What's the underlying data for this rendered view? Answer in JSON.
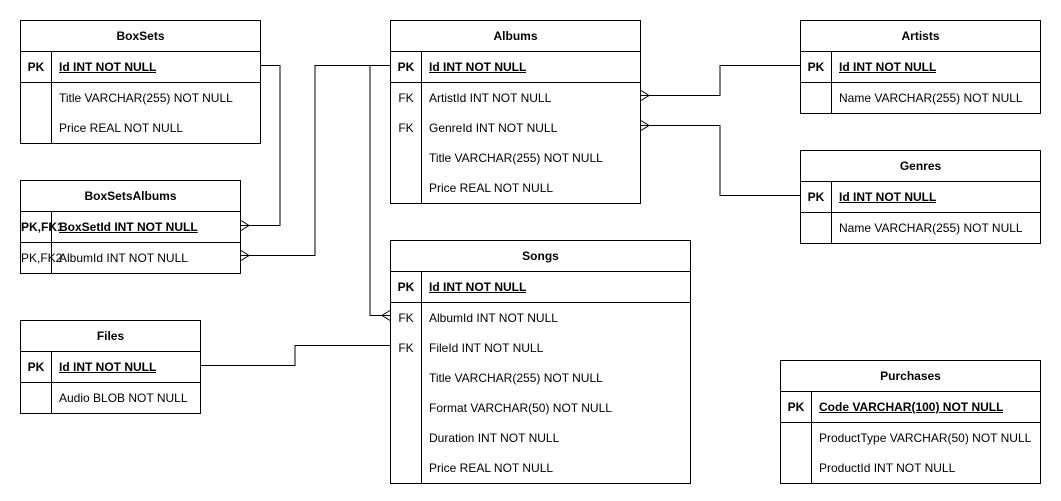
{
  "tables": {
    "boxsets": {
      "title": "BoxSets",
      "rows": [
        {
          "key": "PK",
          "text": "Id INT NOT NULL"
        },
        {
          "key": "",
          "text": "Title VARCHAR(255) NOT NULL"
        },
        {
          "key": "",
          "text": "Price REAL NOT NULL"
        }
      ]
    },
    "albums": {
      "title": "Albums",
      "rows": [
        {
          "key": "PK",
          "text": "Id INT NOT NULL"
        },
        {
          "key": "FK",
          "text": "ArtistId INT NOT NULL"
        },
        {
          "key": "FK",
          "text": "GenreId INT NOT NULL"
        },
        {
          "key": "",
          "text": "Title VARCHAR(255) NOT NULL"
        },
        {
          "key": "",
          "text": "Price REAL NOT NULL"
        }
      ]
    },
    "artists": {
      "title": "Artists",
      "rows": [
        {
          "key": "PK",
          "text": "Id INT NOT NULL"
        },
        {
          "key": "",
          "text": "Name VARCHAR(255) NOT NULL"
        }
      ]
    },
    "genres": {
      "title": "Genres",
      "rows": [
        {
          "key": "PK",
          "text": "Id INT NOT NULL"
        },
        {
          "key": "",
          "text": "Name VARCHAR(255) NOT NULL"
        }
      ]
    },
    "boxsetsalbums": {
      "title": "BoxSetsAlbums",
      "rows": [
        {
          "key": "PK,FK1",
          "text": "BoxSetId  INT NOT NULL"
        },
        {
          "key": "PK,FK2",
          "text": "AlbumId INT NOT NULL"
        }
      ]
    },
    "songs": {
      "title": "Songs",
      "rows": [
        {
          "key": "PK",
          "text": "Id INT NOT NULL"
        },
        {
          "key": "FK",
          "text": "AlbumId INT NOT NULL"
        },
        {
          "key": "FK",
          "text": "FileId INT NOT NULL"
        },
        {
          "key": "",
          "text": "Title VARCHAR(255) NOT NULL"
        },
        {
          "key": "",
          "text": "Format VARCHAR(50) NOT NULL"
        },
        {
          "key": "",
          "text": "Duration INT NOT NULL"
        },
        {
          "key": "",
          "text": "Price REAL NOT NULL"
        }
      ]
    },
    "files": {
      "title": "Files",
      "rows": [
        {
          "key": "PK",
          "text": "Id INT NOT NULL"
        },
        {
          "key": "",
          "text": "Audio BLOB NOT NULL"
        }
      ]
    },
    "purchases": {
      "title": "Purchases",
      "rows": [
        {
          "key": "PK",
          "text": "Code VARCHAR(100) NOT NULL"
        },
        {
          "key": "",
          "text": "ProductType VARCHAR(50) NOT NULL"
        },
        {
          "key": "",
          "text": "ProductId INT NOT NULL"
        }
      ]
    }
  },
  "relationships": [
    {
      "from": "boxsets",
      "to": "boxsetsalbums",
      "cardinality": "one-to-many"
    },
    {
      "from": "albums",
      "to": "boxsetsalbums",
      "cardinality": "one-to-many"
    },
    {
      "from": "artists",
      "to": "albums",
      "cardinality": "one-to-many"
    },
    {
      "from": "genres",
      "to": "albums",
      "cardinality": "one-to-many"
    },
    {
      "from": "albums",
      "to": "songs",
      "cardinality": "one-to-many"
    },
    {
      "from": "files",
      "to": "songs",
      "cardinality": "one-to-one"
    }
  ]
}
